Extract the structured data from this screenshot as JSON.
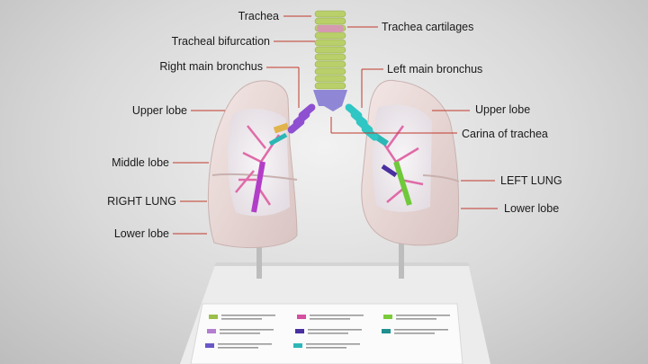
{
  "labels": {
    "trachea": "Trachea",
    "trachea_cartilages": "Trachea cartilages",
    "tracheal_bifurcation": "Tracheal bifurcation",
    "right_main_bronchus": "Right main bronchus",
    "left_main_bronchus": "Left main bronchus",
    "upper_lobe_right": "Upper lobe",
    "upper_lobe_left": "Upper lobe",
    "carina": "Carina of trachea",
    "middle_lobe": "Middle lobe",
    "right_lung": "RIGHT LUNG",
    "left_lung": "LEFT LUNG",
    "lower_lobe_right": "Lower lobe",
    "lower_lobe_left": "Lower lobe"
  },
  "colors": {
    "trachea_cartilage": "#b9cf6a",
    "trachea_band": "#d69ab0",
    "bifurcation": "#8f86d6",
    "right_bronchus": "#8e4fd0",
    "left_bronchus": "#2fc6c4",
    "lung_surface": "#e9d8d6",
    "leader_line": "#c0392b",
    "legend_swatches": [
      "#9bbf4a",
      "#b37fd0",
      "#6a58c8",
      "#d44fa0",
      "#4a2fa0",
      "#2fb7b7",
      "#7acb3a",
      "#1f8f8f"
    ]
  }
}
